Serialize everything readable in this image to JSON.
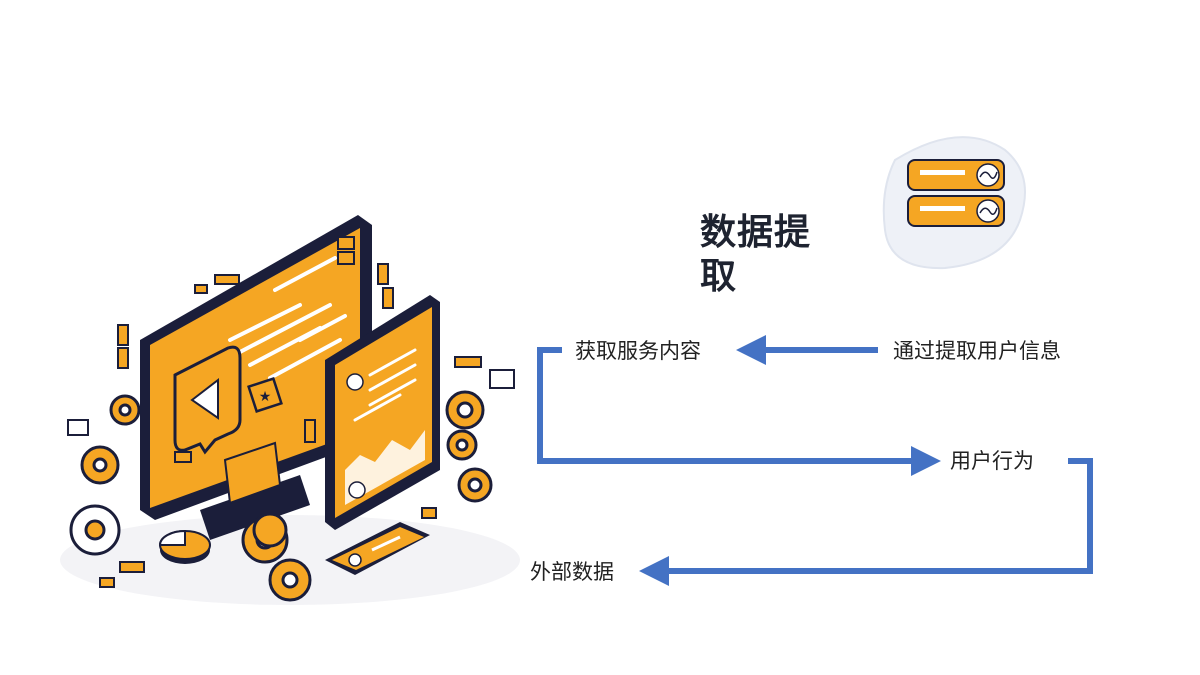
{
  "diagram": {
    "title": "数据提取",
    "nodes": {
      "source": "通过提取用户信息",
      "target": "获取服务内容",
      "behavior": "用户行为",
      "external": "外部数据"
    },
    "colors": {
      "arrow": "#4472c4",
      "accent": "#f5a623",
      "outline": "#1b1e3a"
    },
    "icons": [
      "monitor-illustration-icon",
      "tablet-icon",
      "smartphone-icon",
      "gear-icon",
      "chat-bubble-icon",
      "data-card-icon"
    ]
  }
}
